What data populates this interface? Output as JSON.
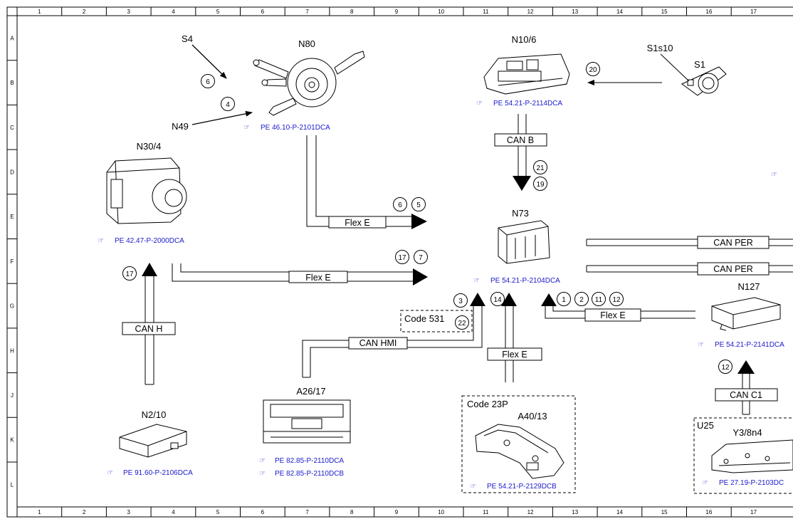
{
  "grid": {
    "columns": [
      "1",
      "2",
      "3",
      "4",
      "5",
      "6",
      "7",
      "8",
      "9",
      "10",
      "11",
      "12",
      "13",
      "14",
      "15",
      "16",
      "17"
    ],
    "rows": [
      "A",
      "B",
      "C",
      "D",
      "E",
      "F",
      "G",
      "H",
      "J",
      "K",
      "L"
    ]
  },
  "components": {
    "n80": {
      "label": "N80",
      "ref": "PE 46.10-P-2101DCA"
    },
    "s4": {
      "label": "S4"
    },
    "n49": {
      "label": "N49"
    },
    "n10_6": {
      "label": "N10/6",
      "ref": "PE 54.21-P-2114DCA"
    },
    "s1s10": {
      "label": "S1s10"
    },
    "s1": {
      "label": "S1"
    },
    "n30_4": {
      "label": "N30/4",
      "ref": "PE 42.47-P-2000DCA"
    },
    "n73": {
      "label": "N73",
      "ref": "PE 54.21-P-2104DCA"
    },
    "n127": {
      "label": "N127",
      "ref": "PE 54.21-P-2141DCA"
    },
    "n2_10": {
      "label": "N2/10",
      "ref": "PE 91.60-P-2106DCA"
    },
    "a26_17": {
      "label": "A26/17",
      "ref": "PE 82.85-P-2110DCA",
      "ref2": "PE 82.85-P-2110DCB"
    },
    "a40_13": {
      "label": "A40/13",
      "code": "Code 23P",
      "ref": "PE 54.21-P-2129DCB"
    },
    "y3_8n4": {
      "label": "Y3/8n4",
      "code": "U25",
      "ref": "PE 27.19-P-2103DC"
    },
    "code531": {
      "label": "Code 531"
    }
  },
  "buses": {
    "can_b": "CAN B",
    "flex_e_top": "Flex E",
    "flex_e_mid": "Flex E",
    "flex_e_bottom": "Flex E",
    "flex_e_right": "Flex E",
    "can_per_1": "CAN PER",
    "can_per_2": "CAN PER",
    "can_h": "CAN H",
    "can_hmi": "CAN HMI",
    "can_c1": "CAN C1"
  },
  "callouts": {
    "c6_s4": "6",
    "c4_n49": "4",
    "c20": "20",
    "c21": "21",
    "c19": "19",
    "c6_flex": "6",
    "c5_flex": "5",
    "c17_flex": "17",
    "c7_flex": "7",
    "c17_canh": "17",
    "c3": "3",
    "c22": "22",
    "c14": "14",
    "c1": "1",
    "c2": "2",
    "c11": "11",
    "c12_flex": "12",
    "c12_canc1": "12"
  }
}
